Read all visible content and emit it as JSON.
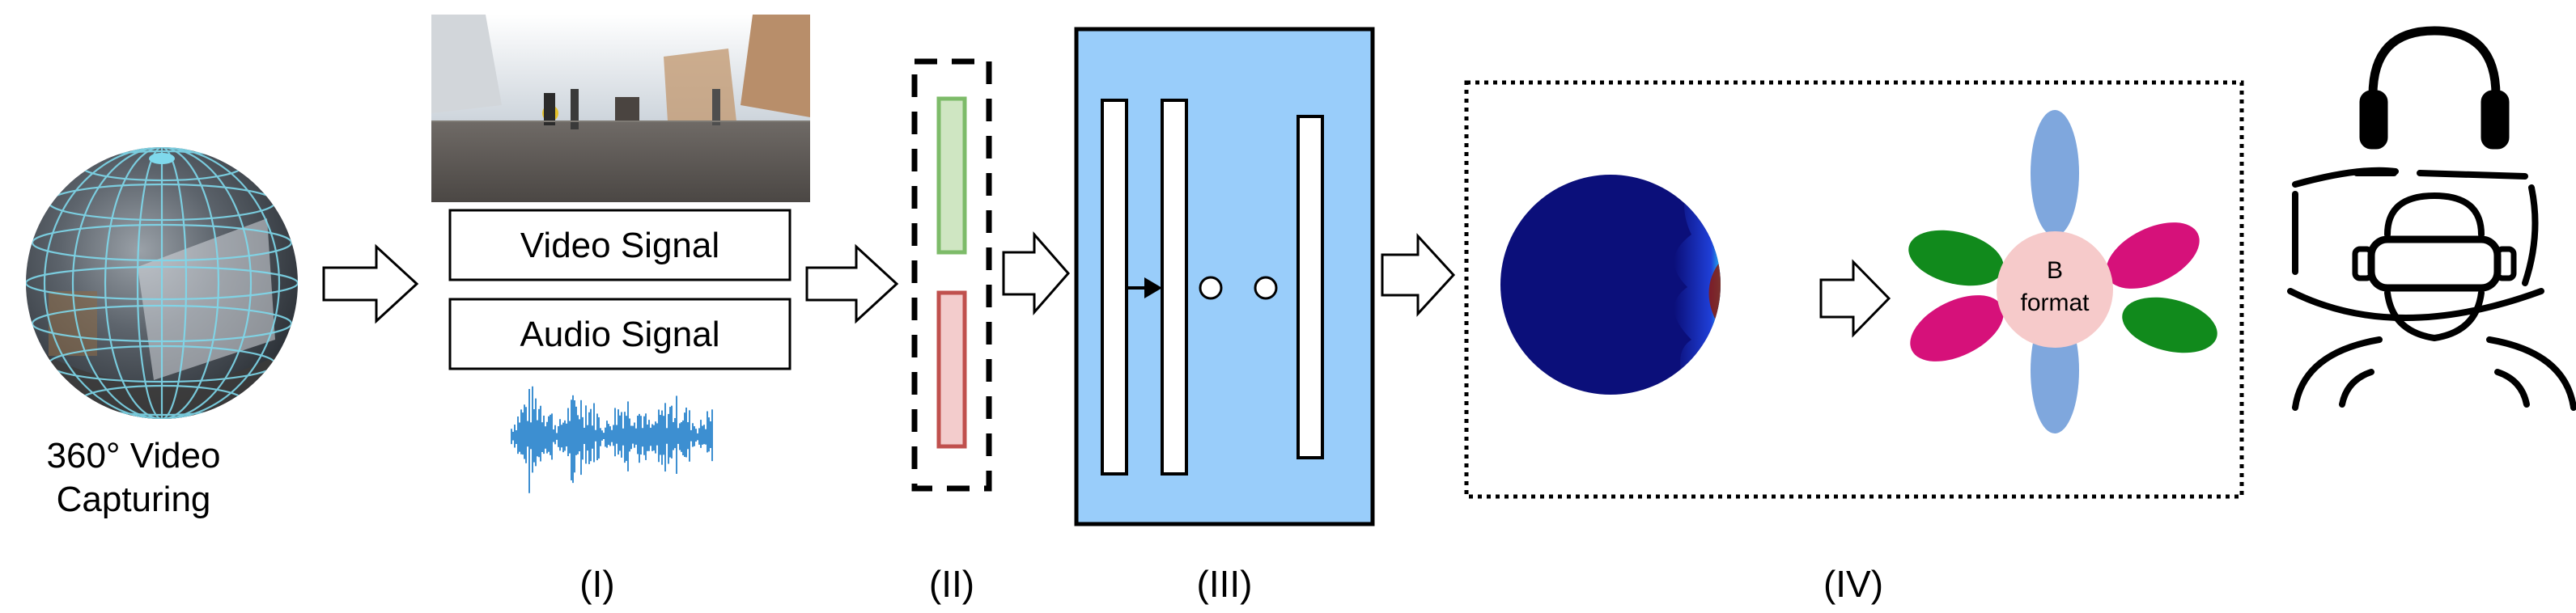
{
  "capture": {
    "label_line1": "360° Video",
    "label_line2": "Capturing"
  },
  "signals": {
    "video_label": "Video Signal",
    "audio_label": "Audio Signal"
  },
  "stages": {
    "stage1": "(I)",
    "stage2": "(II)",
    "stage3": "(III)",
    "stage4": "(IV)"
  },
  "bformat": {
    "line1": "B",
    "line2": "format"
  },
  "colors": {
    "network_bg": "#99cdfa",
    "feature_green": "#cfe6c2",
    "feature_green_border": "#7dbb69",
    "feature_red": "#f3cccc",
    "feature_red_border": "#c0504d",
    "sphere_dark": "#0b0f7a",
    "lobe_blue": "#7fa7dd",
    "lobe_green": "#118a1c",
    "lobe_magenta": "#d6117a",
    "center_pink": "#f6caca",
    "waveform": "#3d8fd1"
  },
  "icons": {
    "capture": "globe-sphere-icon",
    "arrow": "hollow-right-arrow-icon",
    "viewer": "vr-headset-person-icon",
    "headphones": "headphones-icon"
  }
}
